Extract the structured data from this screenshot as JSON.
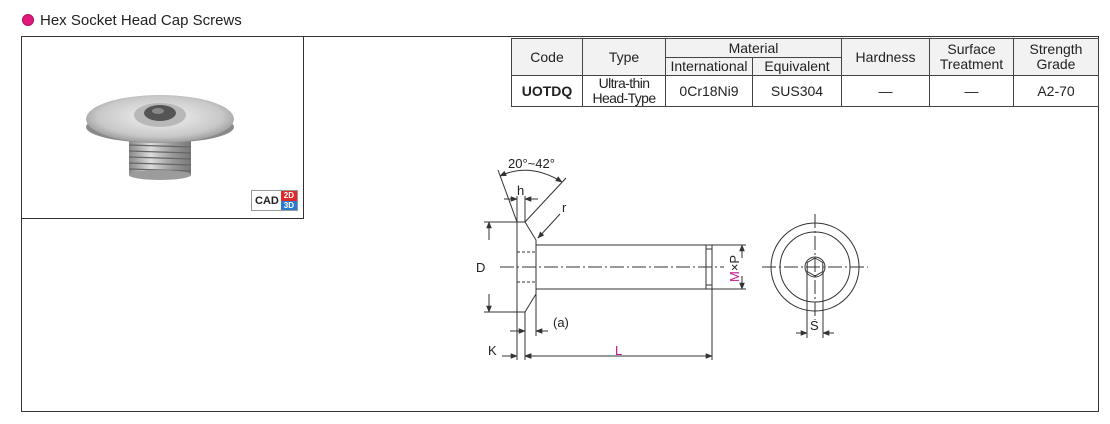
{
  "header": {
    "title": "Hex Socket Head Cap Screws"
  },
  "cad": {
    "label": "CAD",
    "d2": "2D",
    "d3": "3D"
  },
  "table": {
    "headers": {
      "code": "Code",
      "type": "Type",
      "material": "Material",
      "international": "International",
      "equivalent": "Equivalent",
      "hardness": "Hardness",
      "surface": "Surface Treatment",
      "surface_l1": "Surface",
      "surface_l2": "Treatment",
      "strength_l1": "Strength",
      "strength_l2": "Grade"
    },
    "row": {
      "code": "UOTDQ",
      "type": "Ultra-thin Head-Type",
      "international": "0Cr18Ni9",
      "equivalent": "SUS304",
      "hardness": "—",
      "surface": "—",
      "strength": "A2-70"
    }
  },
  "drawing": {
    "angle": "20°~42°",
    "h": "h",
    "r": "r",
    "D": "D",
    "M": "M",
    "x": "×",
    "P": "P",
    "a": "(a)",
    "K": "K",
    "L": "L",
    "S": "S",
    "colors": {
      "accent": "#c0148a"
    }
  }
}
